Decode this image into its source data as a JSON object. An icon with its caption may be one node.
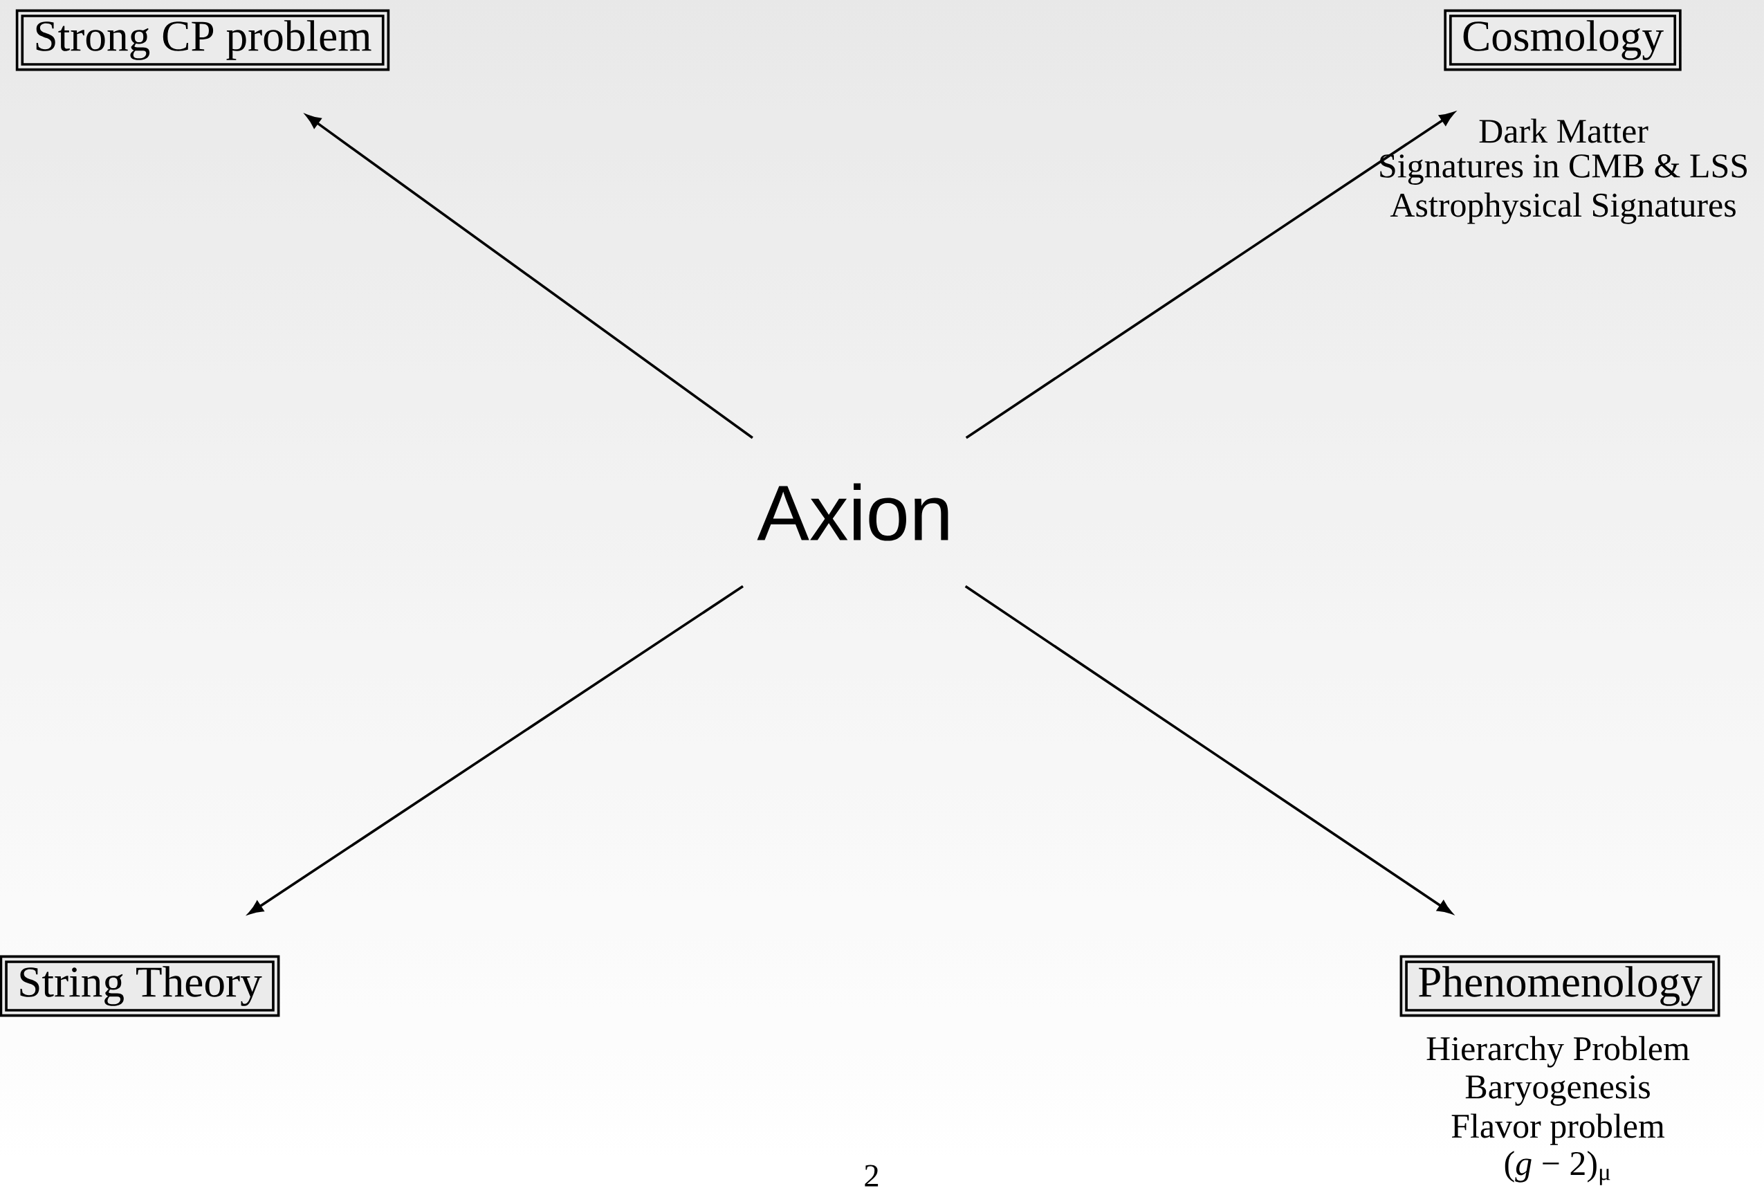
{
  "diagram": {
    "nodes": [
      {
        "text": [
          "Axion"
        ]
      },
      {
        "text": [
          "Strong CP problem"
        ]
      },
      {
        "text": [
          "Cosmology"
        ],
        "beside": [
          "Dark Matter",
          "Signatures in CMB & LSS",
          "Astrophysical Signatures"
        ]
      },
      {
        "text": [
          "String Theory"
        ]
      },
      {
        "text": [
          "Phenomenology"
        ],
        "beside": [
          "Hierarchy Problem",
          "Baryogenesis",
          "Flavor problem",
          "(*g* − 2)$_{μ}$"
        ]
      }
    ],
    "edges": [
      {
        "from": 0,
        "to": 1,
        "arrow": "to"
      },
      {
        "from": 0,
        "to": 2,
        "arrow": "to"
      },
      {
        "from": 0,
        "to": 3,
        "arrow": "to"
      },
      {
        "from": 0,
        "to": 4,
        "arrow": "to"
      }
    ],
    "labels": [
      "2"
    ]
  }
}
